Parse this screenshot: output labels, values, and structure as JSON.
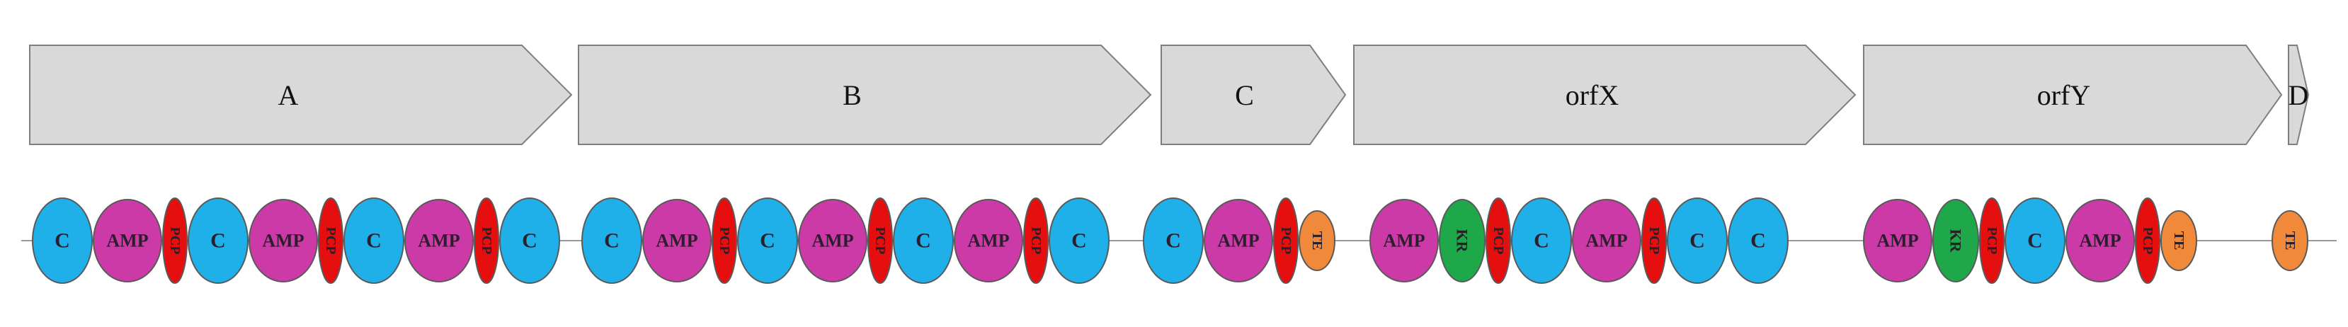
{
  "colors": {
    "gene_fill": "#d9d9d9",
    "gene_stroke": "#7f7f7f",
    "C": "#1fb0ea",
    "AMP": "#cc3aa8",
    "PCP": "#e60f0f",
    "TE": "#f08a3a",
    "KR": "#1fa84a"
  },
  "genes": [
    {
      "name": "A"
    },
    {
      "name": "B"
    },
    {
      "name": "C"
    },
    {
      "name": "orfX"
    },
    {
      "name": "orfY"
    },
    {
      "name": "D"
    }
  ],
  "module_groups": [
    {
      "gene": "A",
      "domains": [
        "C",
        "AMP",
        "PCP",
        "C",
        "AMP",
        "PCP",
        "C",
        "AMP",
        "PCP",
        "C"
      ]
    },
    {
      "gene": "B",
      "domains": [
        "C",
        "AMP",
        "PCP",
        "C",
        "AMP",
        "PCP",
        "C",
        "AMP",
        "PCP",
        "C"
      ]
    },
    {
      "gene": "C",
      "domains": [
        "C",
        "AMP",
        "PCP",
        "TE"
      ]
    },
    {
      "gene": "orfX",
      "domains": [
        "AMP",
        "KR",
        "PCP",
        "C",
        "AMP",
        "PCP",
        "C",
        "C"
      ]
    },
    {
      "gene": "orfY",
      "domains": [
        "AMP",
        "KR",
        "PCP",
        "C",
        "AMP",
        "PCP",
        "TE"
      ]
    },
    {
      "gene": "D",
      "domains": [
        "TE"
      ]
    }
  ]
}
